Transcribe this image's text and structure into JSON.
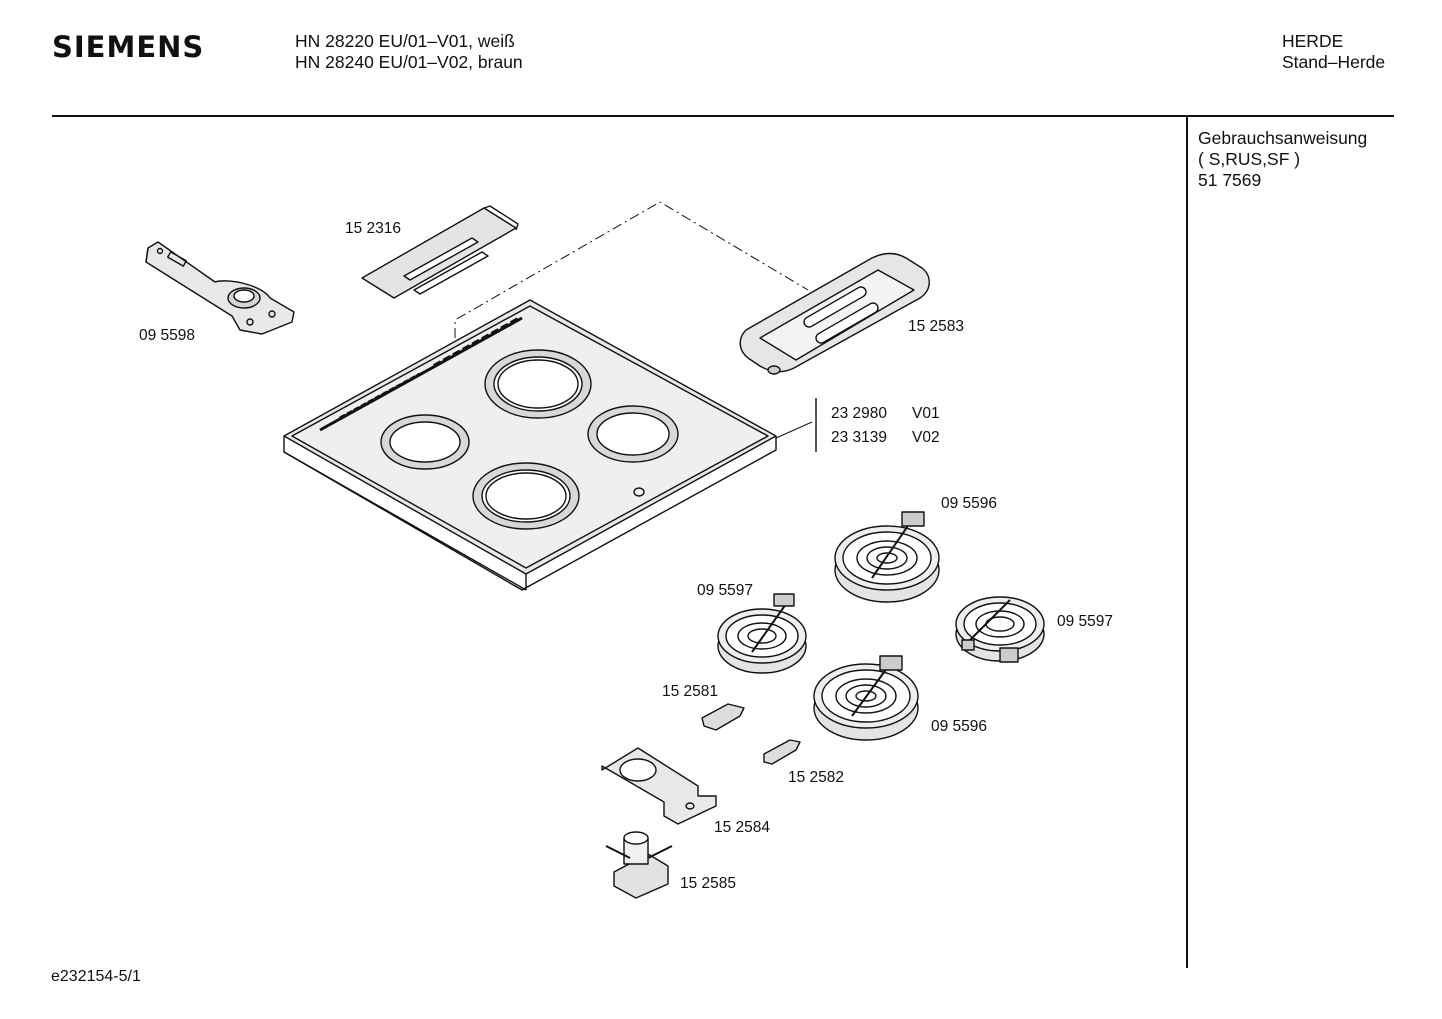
{
  "header": {
    "brand": "SIEMENS",
    "model_line_1": "HN 28220 EU/01–V01, weiß",
    "model_line_2": "HN 28240 EU/01–V02, braun",
    "category": "HERDE",
    "subcategory": "Stand–Herde"
  },
  "side_panel": {
    "title": "Gebrauchsanweisung",
    "languages": "( S,RUS,SF )",
    "number": "51 7569"
  },
  "parts": {
    "p152316": "15 2316",
    "p095598": "09 5598",
    "p152583": "15 2583",
    "p232980": "23 2980",
    "v01": "V01",
    "p233139": "23 3139",
    "v02": "V02",
    "p095596a": "09 5596",
    "p095597a": "09 5597",
    "p095597b": "09 5597",
    "p152581": "15 2581",
    "p095596b": "09 5596",
    "p152582": "15 2582",
    "p152584": "15 2584",
    "p152585": "15 2585"
  },
  "footer": {
    "doc_id": "e232154-5/1"
  }
}
